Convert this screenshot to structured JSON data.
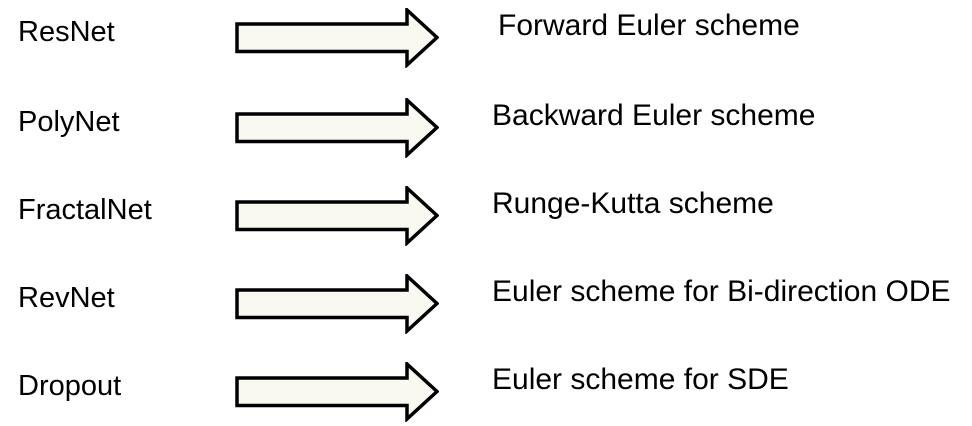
{
  "diagram": {
    "rows": [
      {
        "network": "ResNet",
        "scheme": "Forward Euler scheme"
      },
      {
        "network": "PolyNet",
        "scheme": "Backward Euler scheme"
      },
      {
        "network": "FractalNet",
        "scheme": "Runge-Kutta scheme"
      },
      {
        "network": "RevNet",
        "scheme": "Euler scheme for Bi-direction ODE"
      },
      {
        "network": "Dropout",
        "scheme": "Euler scheme for SDE"
      }
    ],
    "arrow": {
      "icon": "right-block-arrow-icon",
      "fill": "#F9F9F1",
      "stroke": "#000000",
      "stroke_width": "3.5"
    },
    "colors": {
      "text": "#000000",
      "background": "#FFFFFF"
    }
  }
}
